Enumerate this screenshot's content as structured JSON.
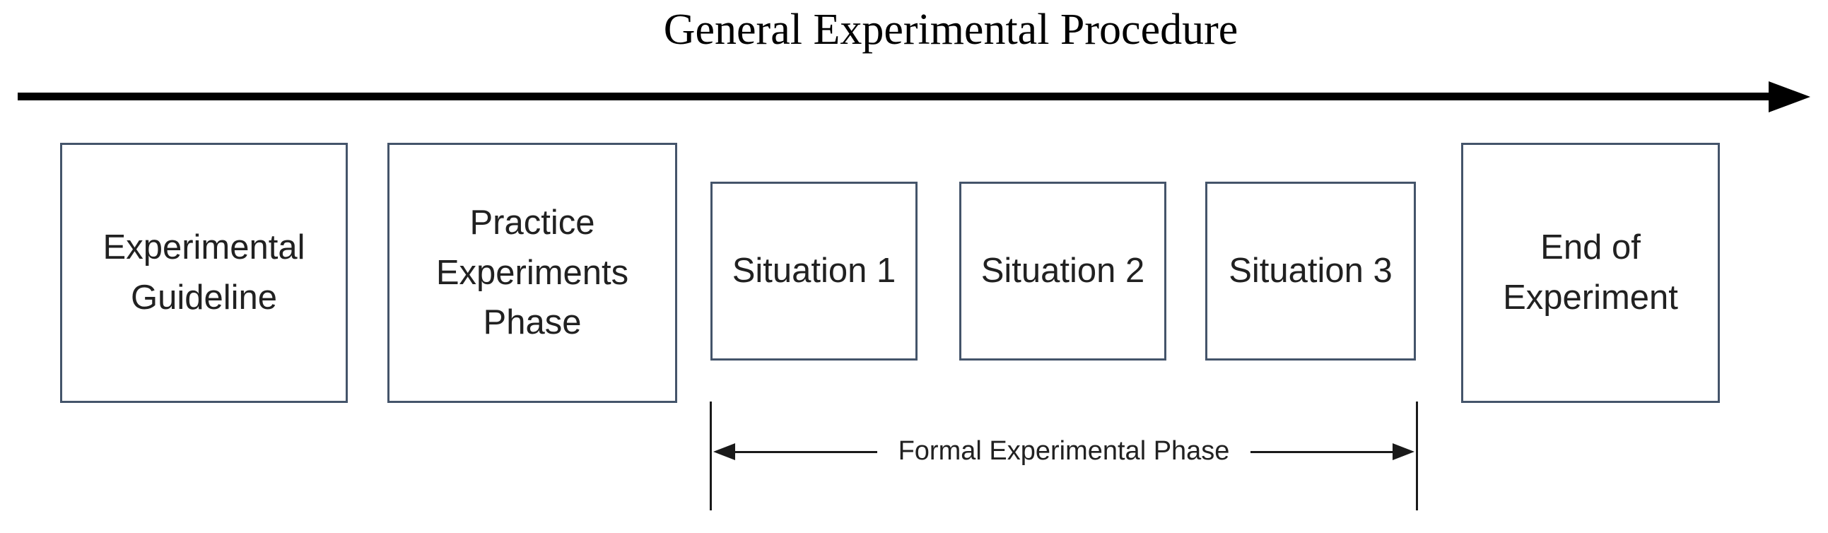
{
  "figure": {
    "title": "General Experimental Procedure",
    "boxes": [
      {
        "label": "Experimental\nGuideline"
      },
      {
        "label": "Practice\nExperiments\nPhase"
      },
      {
        "label": "Situation 1"
      },
      {
        "label": "Situation 2"
      },
      {
        "label": "Situation 3"
      },
      {
        "label": "End of\nExperiment"
      }
    ],
    "bracket_label": "Formal Experimental Phase"
  },
  "colors": {
    "box_border": "#44546A",
    "text": "#212121",
    "line": "#000000",
    "thin_line": "#1a1a1a",
    "bg": "#ffffff"
  }
}
